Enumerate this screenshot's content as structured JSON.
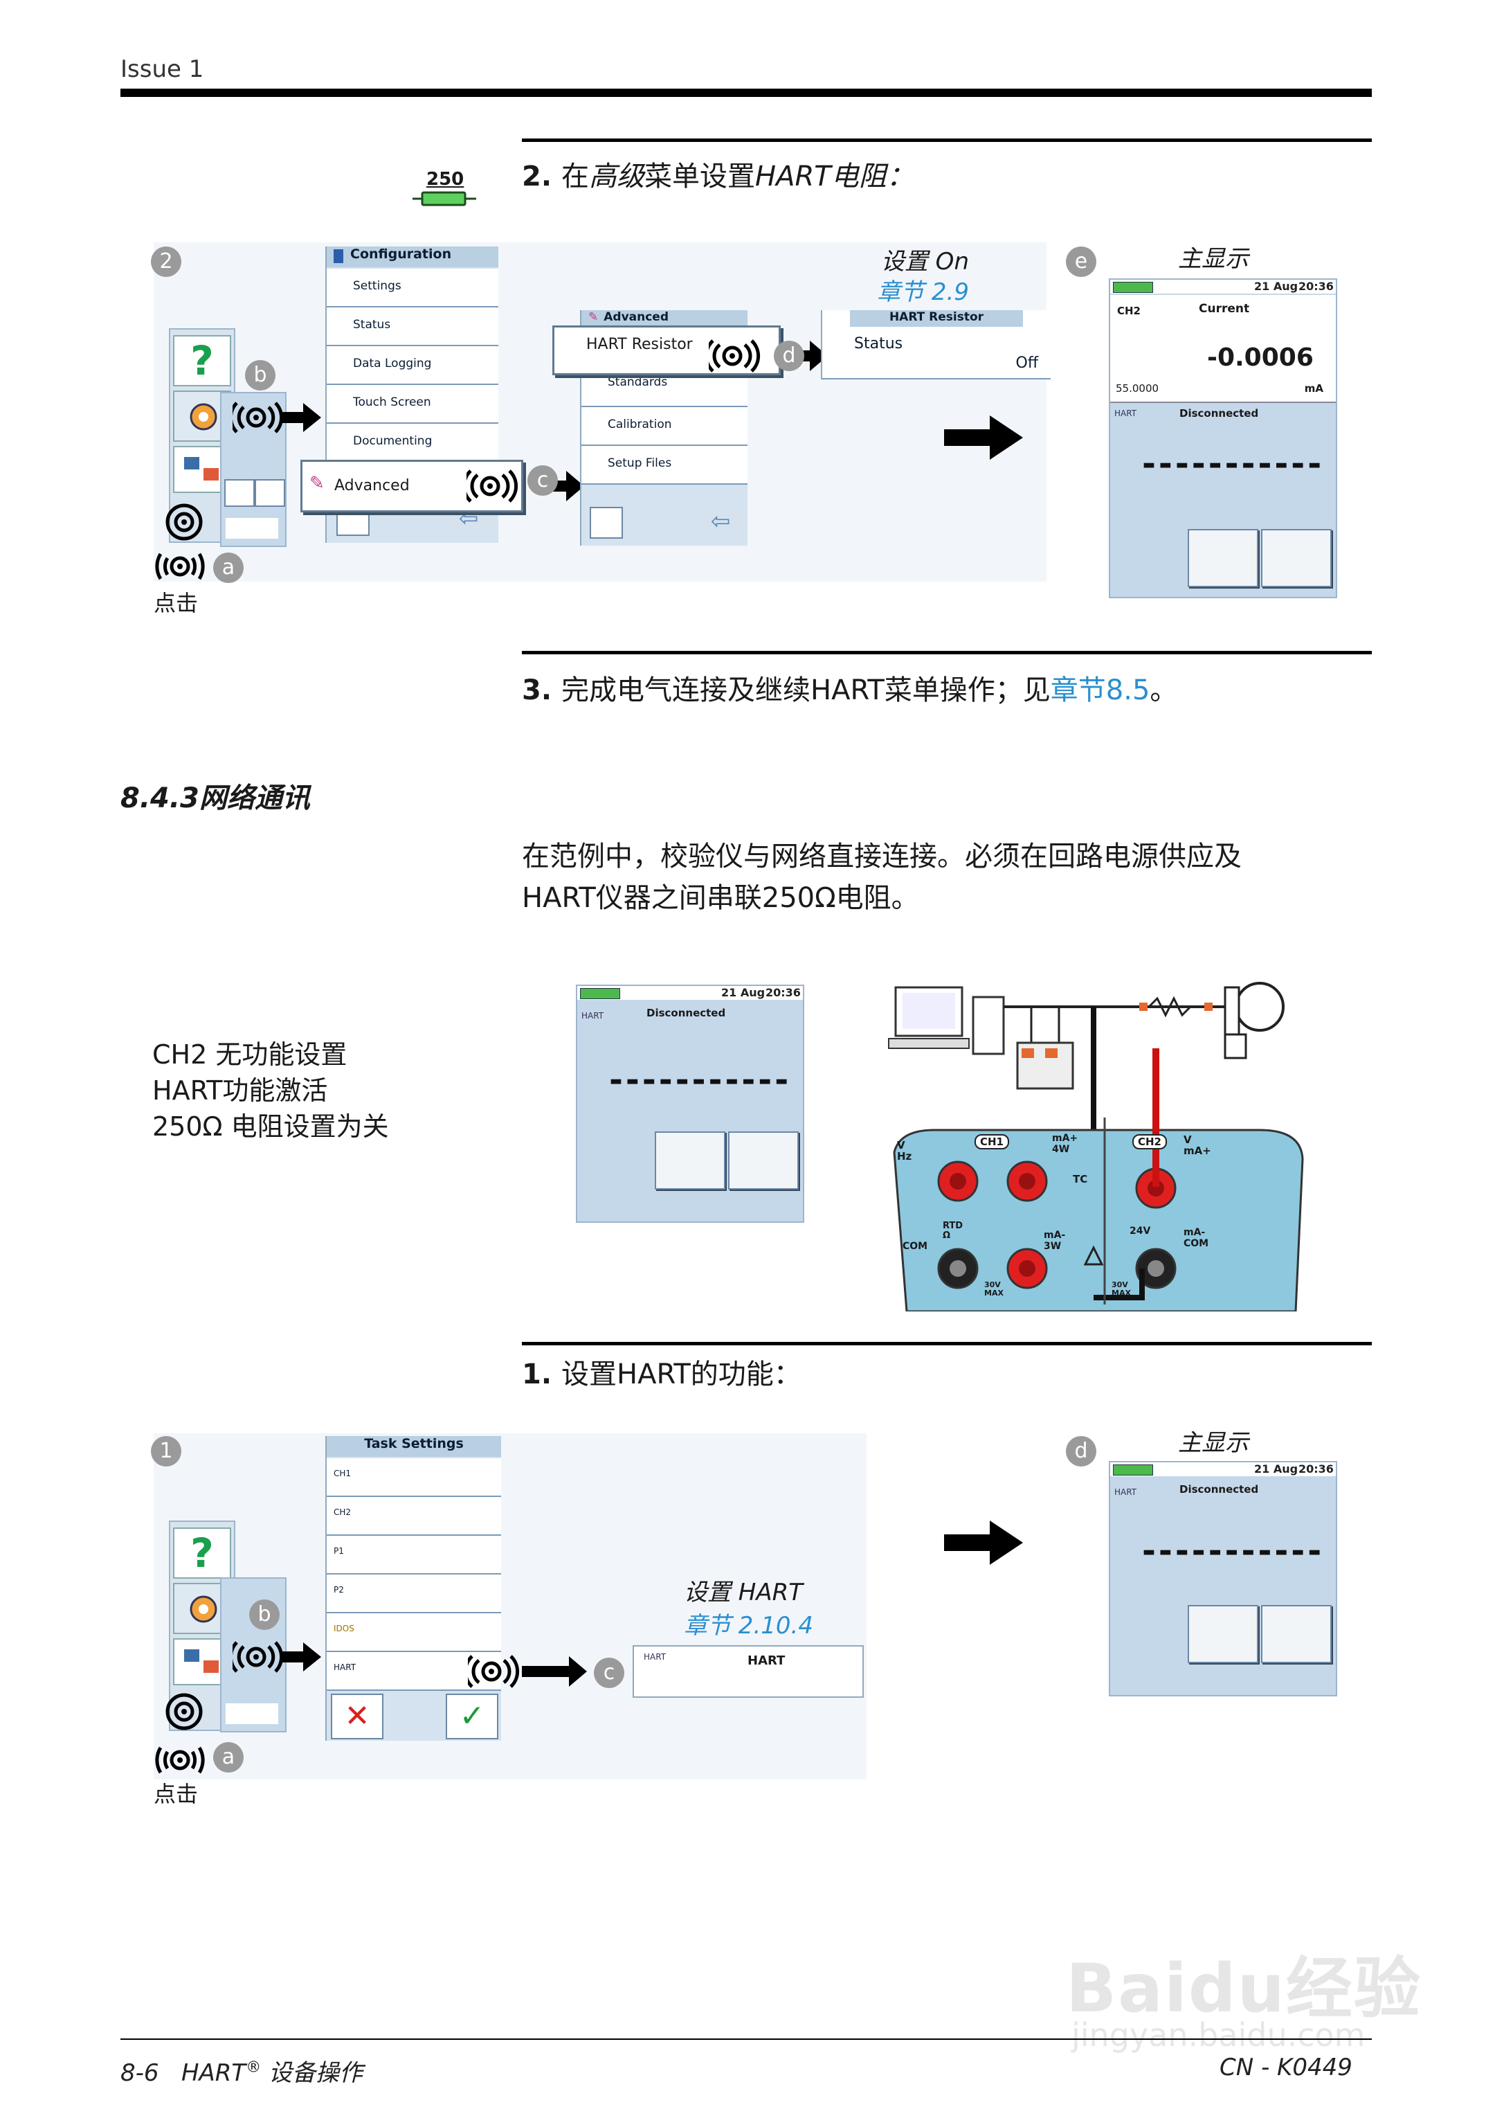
{
  "header": {
    "issue": "Issue 1"
  },
  "step2": {
    "number": "2.",
    "text_prefix": "在",
    "text_italic": "高级",
    "text_mid": "菜单设置",
    "text_italic2": "HART电阻：",
    "icon_label": "250",
    "callouts": {
      "a": "a",
      "b": "b",
      "c": "c",
      "d": "d",
      "e": "e",
      "two": "2"
    },
    "tap_label": "点击",
    "config_menu": {
      "title": "Configuration",
      "items": [
        "Settings",
        "Status",
        "Data Logging",
        "Touch Screen",
        "Documenting",
        "Advanced"
      ]
    },
    "advanced_menu": {
      "title": "Advanced",
      "items": [
        "HART Resistor",
        "Standards",
        "Calibration",
        "Setup Files"
      ]
    },
    "hart_resistor_menu": {
      "title": "HART Resistor",
      "status_label": "Status",
      "status_value": "Off"
    },
    "set_note": {
      "text": "设置 On",
      "ref": "章节 2.9"
    },
    "main_display": {
      "label": "主显示",
      "date": "21 Aug",
      "time": "20:36",
      "ch2": "CH2",
      "current_label": "Current",
      "value": "-0.0006",
      "range": "55.0000",
      "unit": "mA",
      "hart": "HART",
      "disconnected": "Disconnected",
      "dashes": "-----------"
    }
  },
  "step3": {
    "number": "3.",
    "text": "完成电气连接及继续HART菜单操作；见",
    "link": "章节8.5",
    "end": "。"
  },
  "section": {
    "heading": "8.4.3网络通讯",
    "paragraph_line1": "在范例中，校验仪与网络直接连接。必须在回路电源供应及",
    "paragraph_line2": "HART仪器之间串联250Ω电阻。"
  },
  "settings_note": {
    "line1": "CH2 无功能设置",
    "line2": "HART功能激活",
    "line3": "250Ω 电阻设置为关"
  },
  "wiring_screen": {
    "date": "21 Aug",
    "time": "20:36",
    "hart": "HART",
    "disconnected": "Disconnected",
    "dashes": "-----------"
  },
  "wiring_panel": {
    "ch1": "CH1",
    "ch2": "CH2",
    "v_hz": "V Hz",
    "ma_4w": "mA+ 4W",
    "tc": "TC",
    "com": "COM",
    "rtd": "RTD Ω",
    "ma_3w": "mA- 3W",
    "v30": "30V MAX",
    "v_ma": "V mA+",
    "v24": "24V",
    "ma_com": "mA- COM",
    "v30b": "30V MAX"
  },
  "step1": {
    "number": "1.",
    "text": "设置HART的功能：",
    "callouts": {
      "one": "1",
      "a": "a",
      "b": "b",
      "c": "c",
      "d": "d"
    },
    "tap_label": "点击",
    "task_menu": {
      "title": "Task Settings",
      "items": [
        "CH1",
        "CH2",
        "P1",
        "P2",
        "IDOS",
        "HART"
      ]
    },
    "set_note": {
      "text": "设置 HART",
      "ref": "章节 2.10.4"
    },
    "hart_row": {
      "hart": "HART",
      "label": "HART"
    },
    "main_display": {
      "label": "主显示",
      "date": "21 Aug",
      "time": "20:36",
      "hart": "HART",
      "disconnected": "Disconnected",
      "dashes": "-----------"
    }
  },
  "footer": {
    "page": "8-6",
    "title": "HART",
    "reg": "®",
    "title_suffix": "设备操作",
    "doc": "CN - K0449"
  },
  "watermark": {
    "brand": "Baidu经验",
    "url": "jingyan.baidu.com"
  }
}
